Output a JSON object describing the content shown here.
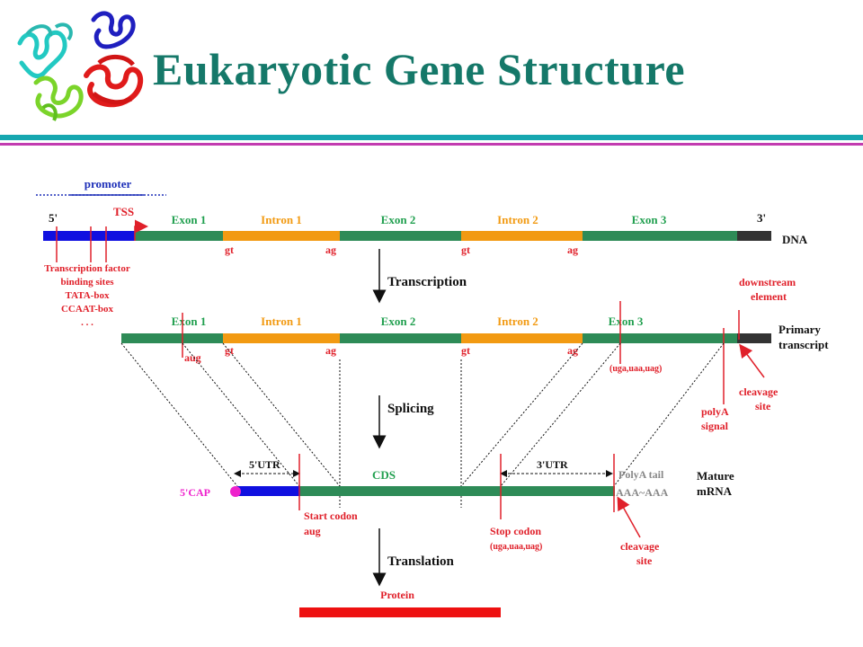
{
  "slide": {
    "title": "Eukaryotic Gene Structure",
    "logo_icon": "protein-ribbon-structure-icon"
  },
  "colors": {
    "title": "#157869",
    "rule_teal": "#16a7b0",
    "rule_magenta": "#c23bb0",
    "exon": "#2e8b57",
    "intron": "#f29a12",
    "promoter": "#1010e0",
    "utr3_end": "#333333",
    "marker": "#e0202a",
    "cap": "#ee22cc",
    "label_blue": "#1d2fb8",
    "exon_label": "#22a050",
    "intron_label": "#f29a12"
  },
  "diagram": {
    "promoter_label": "promoter",
    "five_prime": "5'",
    "three_prime": "3'",
    "tss": "TSS",
    "dna_label": "DNA",
    "exon1": "Exon 1",
    "intron1": "Intron 1",
    "exon2": "Exon 2",
    "intron2": "Intron 2",
    "exon3": "Exon 3",
    "gt": "gt",
    "ag": "ag",
    "promoter_notes": [
      "Transcription factor",
      "binding sites",
      "TATA-box",
      "CCAAT-box",
      ". . ."
    ],
    "step_transcription": "Transcription",
    "step_splicing": "Splicing",
    "step_translation": "Translation",
    "downstream_element": [
      "downstream",
      "element"
    ],
    "primary_transcript": [
      "Primary",
      "transcript"
    ],
    "aug": "aug",
    "stop_codons_small": "(uga,uaa,uag)",
    "cleavage_site": [
      "cleavage",
      "site"
    ],
    "polya_signal": [
      "polyA",
      "signal"
    ],
    "utr5": "5'UTR",
    "utr3": "3'UTR",
    "cds": "CDS",
    "cap": "5'CAP",
    "polya_tail": "PolyA tail",
    "aaa": "AAA~AAA",
    "mature_mrna": [
      "Mature",
      "mRNA"
    ],
    "start_codon": [
      "Start codon",
      "aug"
    ],
    "stop_codon": [
      "Stop codon",
      "(uga,uaa,uag)"
    ],
    "protein": "Protein"
  }
}
